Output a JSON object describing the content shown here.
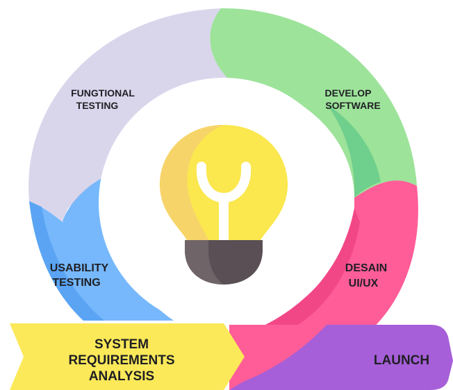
{
  "diagram": {
    "stages": {
      "functional_testing": {
        "line1": "FUNGTIONAL",
        "line2": "TESTING",
        "color": "#d9d6ec"
      },
      "develop_software": {
        "line1": "DEVELOP",
        "line2": "SOFTWARE",
        "color": "#9de39a"
      },
      "design_ui_ux": {
        "line1": "DESAIN",
        "line2": "UI/UX",
        "color": "#ff5d98"
      },
      "usability_testing": {
        "line1": "USABILITY",
        "line2": "TESTING",
        "color": "#76b8fb"
      },
      "system_requirements": {
        "line1": "SYSTEM",
        "line2": "REQUIREMENTS",
        "line3": "ANALYSIS",
        "color": "#fbe959"
      },
      "launch": {
        "line1": "LAUNCH",
        "color": "#a65fd8"
      }
    },
    "center_icon": "lightbulb-icon"
  }
}
